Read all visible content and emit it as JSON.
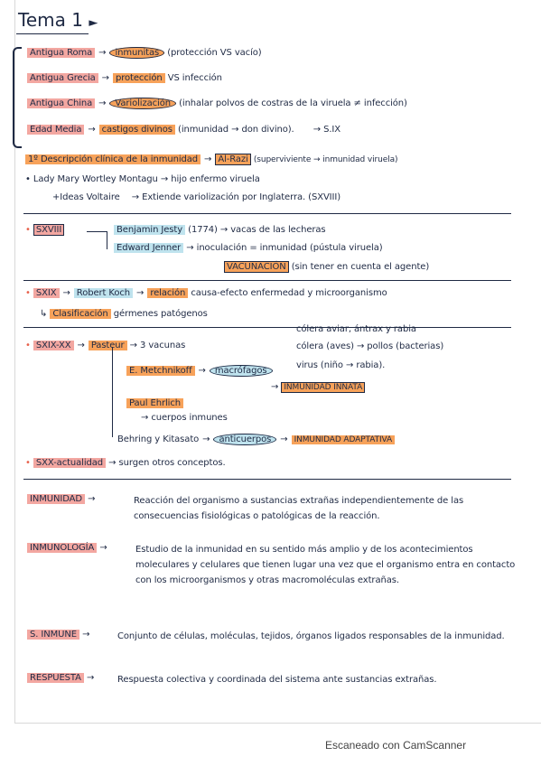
{
  "title": "Tema 1",
  "title_mark": "►",
  "arrow": "→",
  "history": [
    {
      "era": "Antigua Roma",
      "concept": "inmunitas",
      "note": "(protección VS vacío)"
    },
    {
      "era": "Antigua Grecia",
      "concept": "protección",
      "note": "VS infección"
    },
    {
      "era": "Antigua China",
      "concept": "Variolización",
      "note": "(inhalar polvos de costras de la viruela ≠ infección)"
    },
    {
      "era": "Edad Media",
      "concept": "castigos divinos",
      "note": "(inmunidad → don divino).",
      "tail": "→ S.IX"
    }
  ],
  "first_description": {
    "label": "1º Descripción clínica de la inmunidad",
    "author": "Al-Razi",
    "note": "(superviviente → inmunidad viruela)"
  },
  "montagu": {
    "line1": "• Lady Mary Wortley Montagu → hijo enfermo viruela",
    "line2": "+Ideas Voltaire",
    "line3": "→ Extiende variolización por Inglaterra. (SXVIII)"
  },
  "sxviii": {
    "label": "SXVIII",
    "person1": "Benjamin Jesty",
    "person1_note": "(1774) → vacas de las lecheras",
    "person2": "Edward Jenner",
    "person2_note": "→ inoculación = inmunidad (pústula viruela)",
    "vacunacion": "VACUNACIÓN",
    "vacunacion_note": "(sin tener en cuenta el agente)"
  },
  "sxix": {
    "label": "SXIX",
    "person": "Robert Koch",
    "relation": "relación",
    "relation_note": "causa-efecto enfermedad y microorganismo",
    "classification": "Clasificación",
    "classification_note": "gérmenes patógenos"
  },
  "sxix_xx": {
    "label": "SXIX-XX",
    "pasteur": "Pasteur",
    "pasteur_note": "→ 3 vacunas",
    "vaccines": [
      "cólera aviar, ántrax y rabia",
      "cólera (aves) → pollos (bacterias)",
      "virus (niño → rabia)."
    ],
    "metchnikoff": "E. Metchnikoff",
    "macrofagos": "macrófagos",
    "innata": "INMUNIDAD INNATA",
    "ehrlich": "Paul Ehrlich",
    "ehrlich_note": "→ cuerpos inmunes",
    "behring": "Behring y Kitasato",
    "anticuerpos": "anticuerpos",
    "adaptativa": "INMUNIDAD ADAPTATIVA"
  },
  "sxx": {
    "label": "SXX-actualidad",
    "note": "→ surgen otros conceptos."
  },
  "definitions": [
    {
      "term": "INMUNIDAD",
      "text": "Reacción del organismo a sustancias extrañas independientemente de las consecuencias fisiológicas o patológicas de la reacción."
    },
    {
      "term": "INMUNOLOGÍA",
      "text": "Estudio de la inmunidad en su sentido más amplio y de los acontecimientos moleculares y celulares que tienen lugar una vez que el organismo entra en contacto con los microorganismos y otras macromoléculas extrañas."
    },
    {
      "term": "S. INMUNE",
      "text": "Conjunto de células, moléculas, tejidos, órganos ligados responsables de la inmunidad."
    },
    {
      "term": "RESPUESTA",
      "text": "Respuesta colectiva y coordinada del sistema ante sustancias extrañas."
    }
  ],
  "footer": "Escaneado con CamScanner"
}
